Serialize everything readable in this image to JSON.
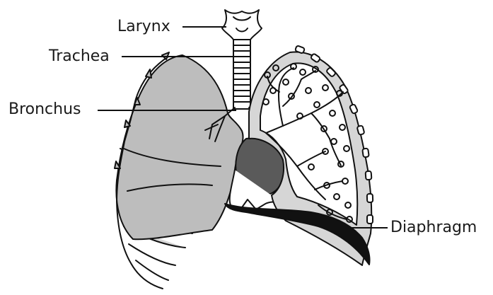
{
  "labels": {
    "larynx": "Larynx",
    "trachea": "Trachea",
    "bronchus": "Bronchus",
    "diaphragm": "Diaphragm"
  },
  "colors": {
    "lung_fill": "#bdbdbd",
    "heart_fill": "#5a5a5a",
    "outline": "#111111",
    "background": "#ffffff"
  }
}
